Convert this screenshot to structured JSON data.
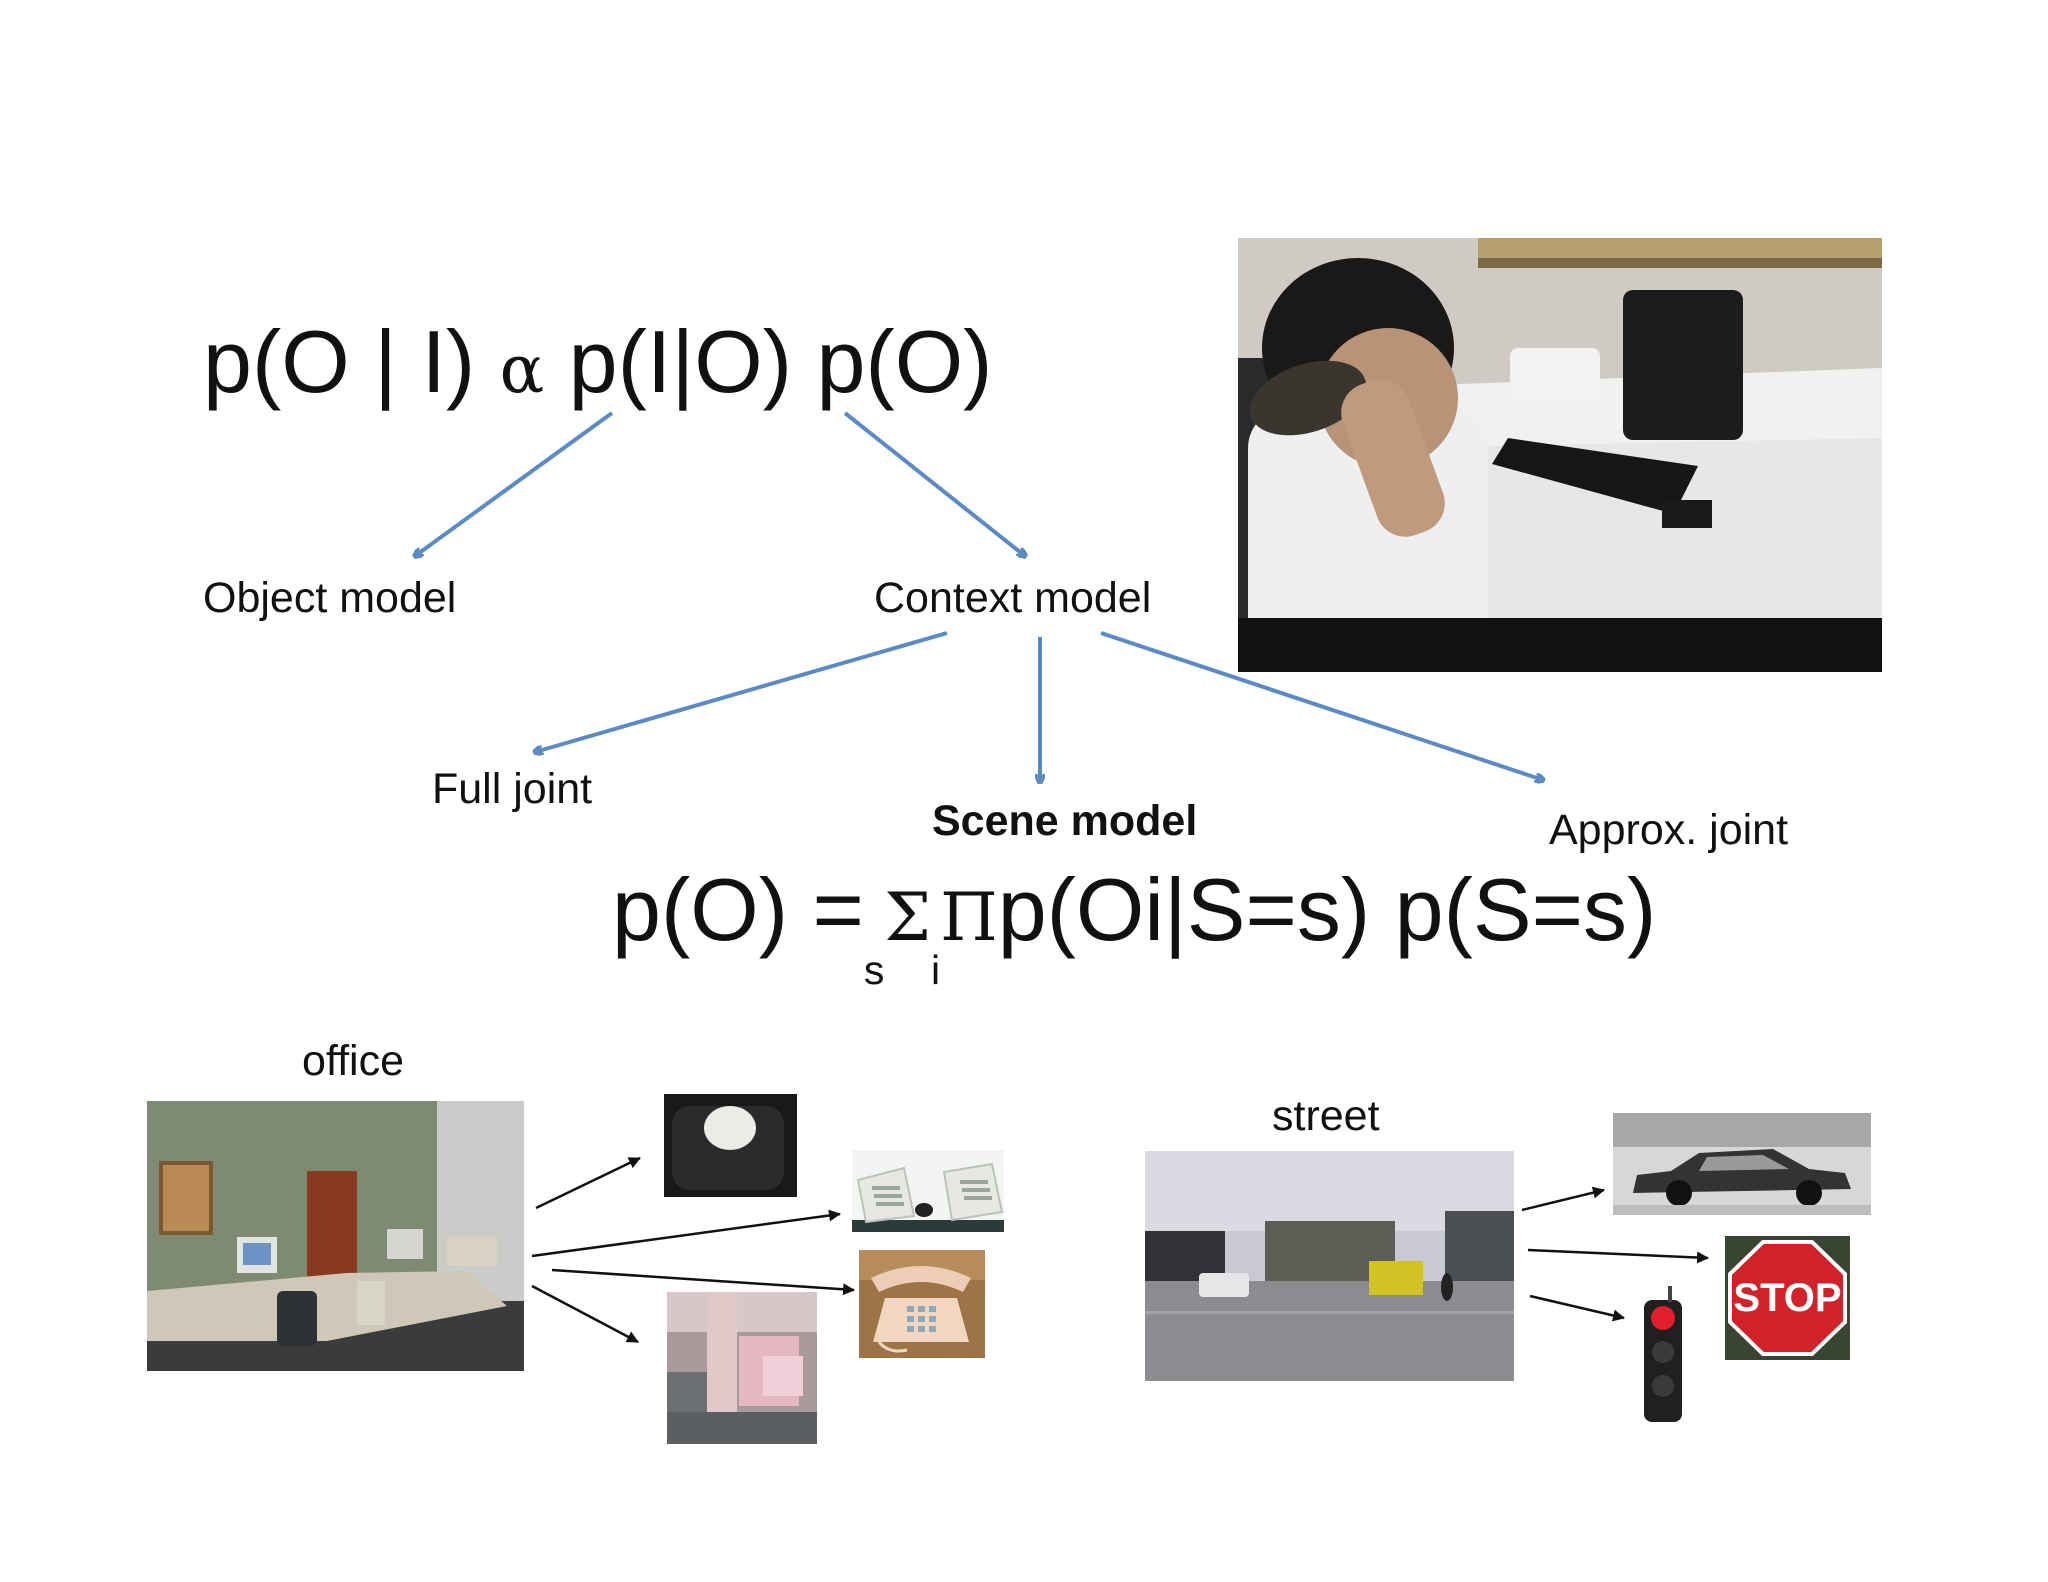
{
  "formula_top": {
    "pre": "p(O | I) ",
    "alpha": "α",
    "post": " p(I|O) p(O)"
  },
  "labels": {
    "object_model": "Object model",
    "context_model": "Context model",
    "full_joint": "Full joint",
    "scene_model": "Scene model",
    "approx_joint": "Approx. joint"
  },
  "formula_scene": {
    "lhs": "p(O) =",
    "sum_sub": "s",
    "sum": "Σ",
    "prod_sub": "i",
    "prod": "Π",
    "rhs": "p(Oi|S=s) p(S=s)"
  },
  "captions": {
    "office": "office",
    "street": "street"
  },
  "stop_sign": "STOP",
  "colors": {
    "arrow_blue": "#5b8ac4",
    "arrow_black": "#111111",
    "stop_red": "#d02228"
  }
}
